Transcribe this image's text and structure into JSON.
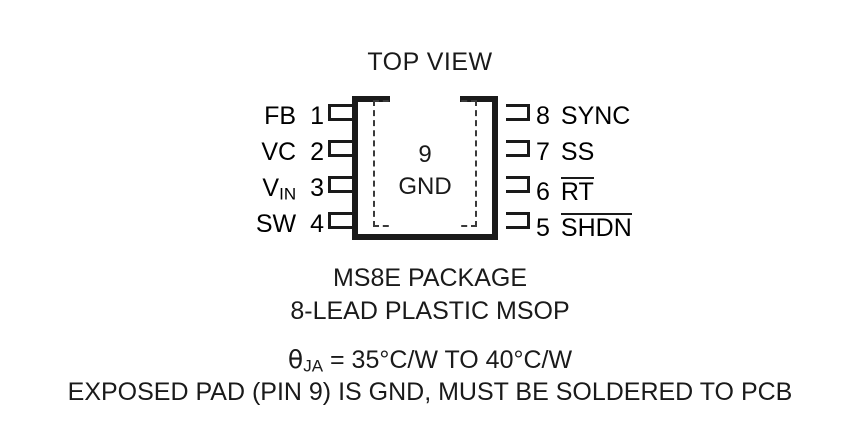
{
  "diagram": {
    "title": "TOP VIEW",
    "package": {
      "exposed_pad_number": "9",
      "exposed_pad_name": "GND",
      "pins_left": [
        {
          "name": "FB",
          "name_sub": "",
          "number": "1",
          "overline": false
        },
        {
          "name": "VC",
          "name_sub": "",
          "number": "2",
          "overline": false
        },
        {
          "name": "V",
          "name_sub": "IN",
          "number": "3",
          "overline": false
        },
        {
          "name": "SW",
          "name_sub": "",
          "number": "4",
          "overline": false
        }
      ],
      "pins_right": [
        {
          "number": "8",
          "name": "SYNC",
          "overline": false
        },
        {
          "number": "7",
          "name": "SS",
          "overline": false
        },
        {
          "number": "6",
          "name": "RT",
          "overline": false
        },
        {
          "number": "5",
          "name": "SHDN",
          "overline": true
        }
      ]
    },
    "captions": {
      "line1": "MS8E PACKAGE",
      "line2": "8-LEAD PLASTIC MSOP",
      "line3_prefix": "θ",
      "line3_sub": "JA",
      "line3_value": " = 35°C/W TO 40°C/W",
      "line4": "EXPOSED PAD (PIN 9) IS GND, MUST BE SOLDERED TO PCB"
    },
    "colors": {
      "ink": "#1a1a1a",
      "background": "#ffffff",
      "dashed_outline": "#3a3a3a"
    }
  }
}
